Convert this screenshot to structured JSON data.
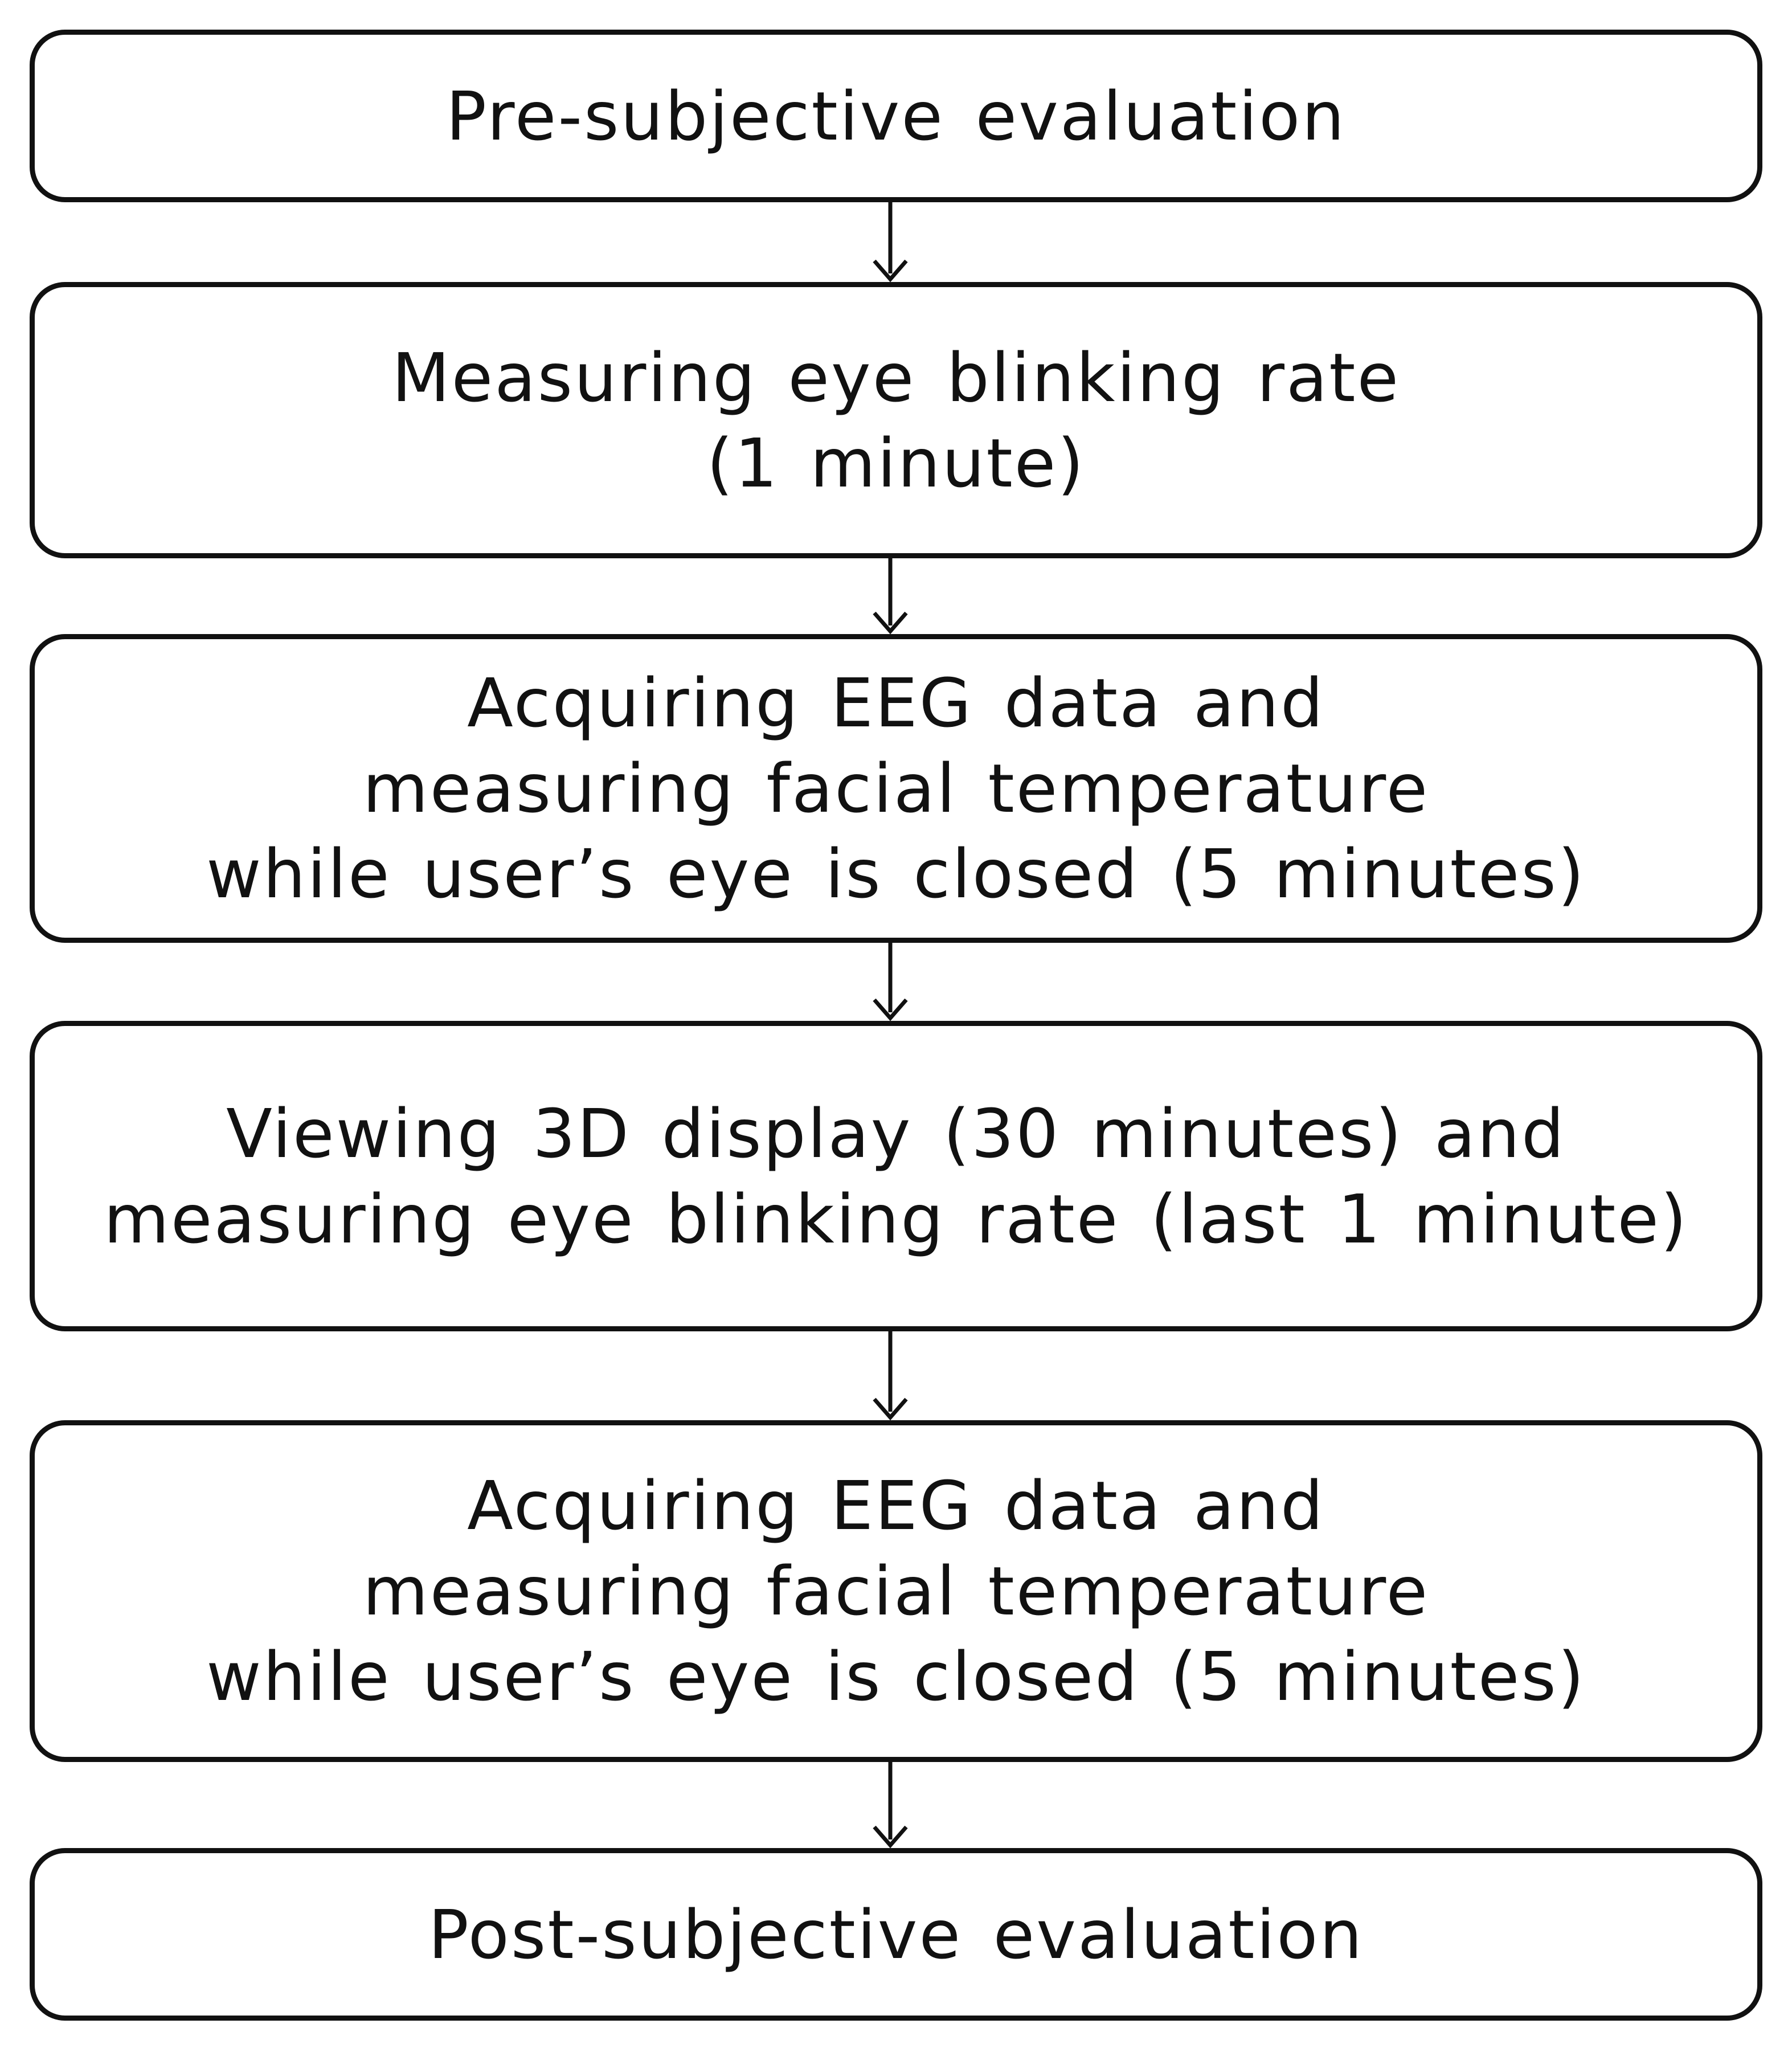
{
  "flowchart": {
    "steps": [
      {
        "lines": [
          "Pre-subjective evaluation"
        ]
      },
      {
        "lines": [
          "Measuring eye blinking rate",
          "(1 minute)"
        ]
      },
      {
        "lines": [
          "Acquiring EEG data and",
          "measuring facial temperature",
          "while user’s eye is closed (5 minutes)"
        ]
      },
      {
        "lines": [
          "Viewing 3D display (30 minutes) and",
          "measuring eye blinking rate (last 1 minute)"
        ]
      },
      {
        "lines": [
          "Acquiring EEG data and",
          "measuring facial temperature",
          "while user’s eye is closed (5 minutes)"
        ]
      },
      {
        "lines": [
          "Post-subjective evaluation"
        ]
      }
    ]
  },
  "colors": {
    "stroke": "#111111",
    "background": "#ffffff",
    "text": "#111111"
  }
}
